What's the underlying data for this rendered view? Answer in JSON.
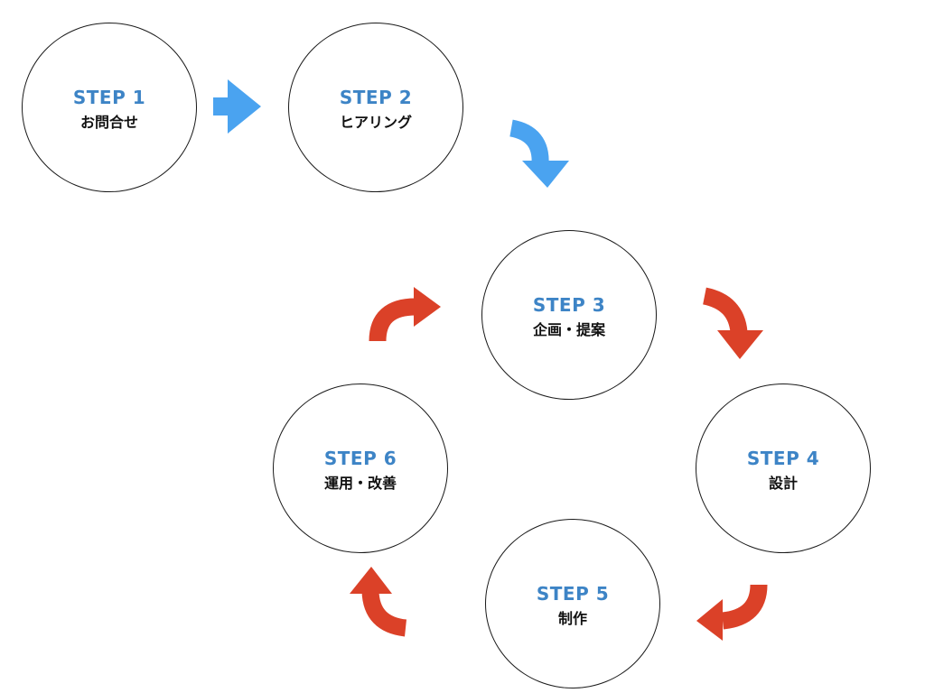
{
  "steps": [
    {
      "number": "STEP 1",
      "label": "お問合せ"
    },
    {
      "number": "STEP 2",
      "label": "ヒアリング"
    },
    {
      "number": "STEP 3",
      "label": "企画・提案"
    },
    {
      "number": "STEP 4",
      "label": "設計"
    },
    {
      "number": "STEP 5",
      "label": "制作"
    },
    {
      "number": "STEP 6",
      "label": "運用・改善"
    }
  ],
  "colors": {
    "step_number": "#3d84c6",
    "arrow_blue": "#4aa3f0",
    "arrow_red": "#db4128",
    "circle_border": "#1a1a1a",
    "label": "#111111"
  },
  "arrows": [
    {
      "from": "STEP 1",
      "to": "STEP 2",
      "color": "arrow_blue",
      "icon": "arrow-right-icon"
    },
    {
      "from": "STEP 2",
      "to": "STEP 3",
      "color": "arrow_blue",
      "icon": "curved-arrow-down-icon"
    },
    {
      "from": "STEP 3",
      "to": "STEP 4",
      "color": "arrow_red",
      "icon": "curved-arrow-down-icon"
    },
    {
      "from": "STEP 4",
      "to": "STEP 5",
      "color": "arrow_red",
      "icon": "curved-arrow-left-icon"
    },
    {
      "from": "STEP 5",
      "to": "STEP 6",
      "color": "arrow_red",
      "icon": "curved-arrow-up-icon"
    },
    {
      "from": "STEP 6",
      "to": "STEP 3",
      "color": "arrow_red",
      "icon": "curved-arrow-right-icon"
    }
  ]
}
